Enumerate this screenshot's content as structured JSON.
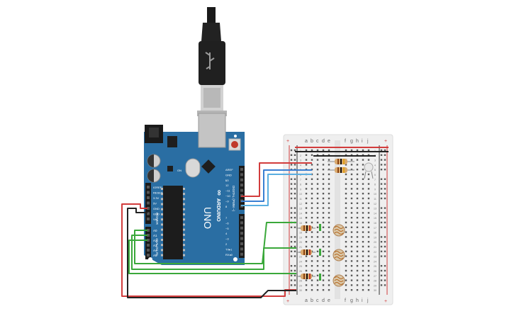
{
  "board": {
    "brand": "ARDUINO",
    "model": "UNO",
    "logo_symbol": "∞",
    "reset_label": "RESET",
    "power_header_label": "POWER",
    "power_pins": [
      "IOREF",
      "RESET",
      "3.3V",
      "5V",
      "GND",
      "GND",
      "Vin"
    ],
    "analog_header_label": "ANALOG IN",
    "analog_pins": [
      "A0",
      "A1",
      "A2",
      "A3",
      "A4",
      "A5"
    ],
    "digital_header_label": "DIGITAL (PWM ~)",
    "digital_top_pins": [
      "AREF",
      "GND",
      "13",
      "12",
      "~11",
      "~10",
      "~9",
      "8"
    ],
    "digital_bottom_pins": [
      "7",
      "~6",
      "~5",
      "4",
      "~3",
      "2",
      "TX▸1",
      "RX◂0"
    ],
    "led_labels": [
      "L",
      "TX",
      "RX"
    ],
    "on_label": "ON",
    "colors": {
      "board": "#2a6ea3",
      "header": "#1a1a1a",
      "silk": "#ffffff"
    }
  },
  "usb_cable": {
    "plug_color": "#222222",
    "connector_color": "#c9c9c9"
  },
  "breadboard": {
    "column_letters_left": [
      "a",
      "b",
      "c",
      "d",
      "e"
    ],
    "column_letters_right": [
      "f",
      "g",
      "h",
      "i",
      "j"
    ],
    "rail_plus": "+",
    "rail_minus": "−",
    "row_numbers": [
      "1",
      "2",
      "3",
      "4",
      "5",
      "6",
      "7",
      "8",
      "9",
      "10",
      "11",
      "12",
      "13",
      "14",
      "15",
      "16",
      "17",
      "18",
      "19",
      "20",
      "21",
      "22",
      "23",
      "24",
      "25",
      "26",
      "27",
      "28",
      "29",
      "30"
    ],
    "colors": {
      "body": "#efefef",
      "hole": "#5a5a5a",
      "rail_red": "#d23c3c",
      "rail_black": "#333333"
    }
  },
  "components": {
    "photoresistor_count": 3,
    "resistor_count": 5,
    "led_count": 1,
    "resistor_body_color": "#d9a86c",
    "photoresistor_color": "#c98a4a"
  },
  "wires": {
    "colors": {
      "red": "#d23c3c",
      "black": "#222222",
      "green": "#3aa83a",
      "blue": "#3a7fd2",
      "lightblue": "#5aaee0"
    }
  }
}
